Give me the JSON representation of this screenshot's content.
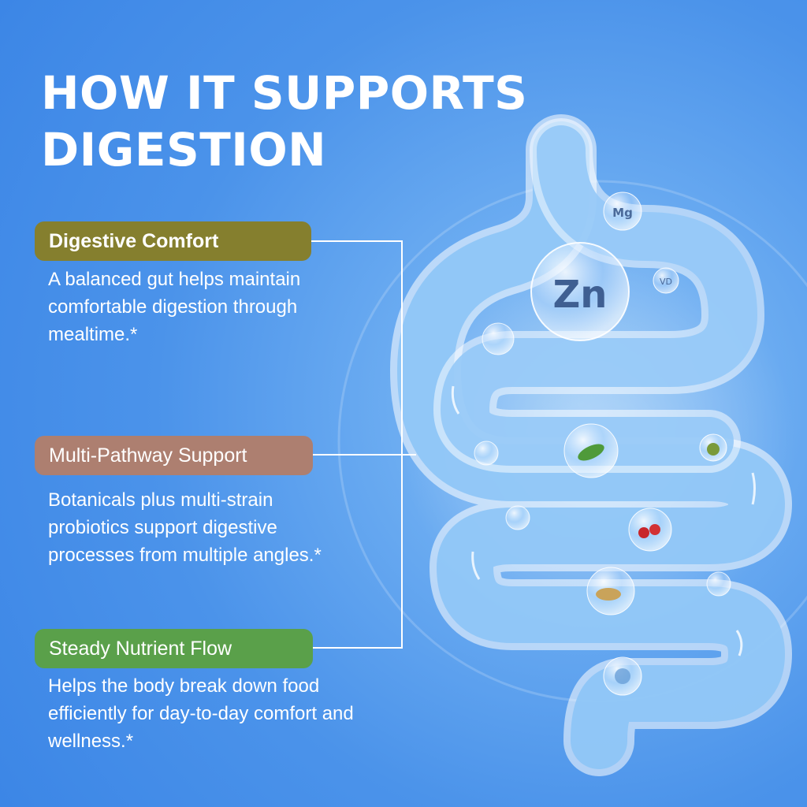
{
  "title": {
    "line1": "HOW IT SUPPORTS",
    "line2": "DIGESTION"
  },
  "benefits": [
    {
      "label": "Digestive Comfort",
      "description": "A balanced gut helps maintain comfortable digestion through mealtime.*",
      "color": "#857f2e"
    },
    {
      "label": "Multi-Pathway Support",
      "description": "Botanicals plus multi-strain probiotics support digestive processes from multiple angles.*",
      "color": "#ad7f70"
    },
    {
      "label": "Steady Nutrient Flow",
      "description": "Helps the body break down food efficiently for day-to-day comfort and wellness.*",
      "color": "#5aa04a"
    }
  ],
  "bubbles": {
    "zinc": "Zn",
    "magnesium": "Mg",
    "vitamin_d": "VD"
  },
  "colors": {
    "background": "#4b93ea",
    "text": "#ffffff"
  },
  "icons": [
    "intestine-illustration",
    "herb-icon",
    "berry-icon",
    "ginger-icon",
    "fruit-icon",
    "bacteria-icon"
  ]
}
